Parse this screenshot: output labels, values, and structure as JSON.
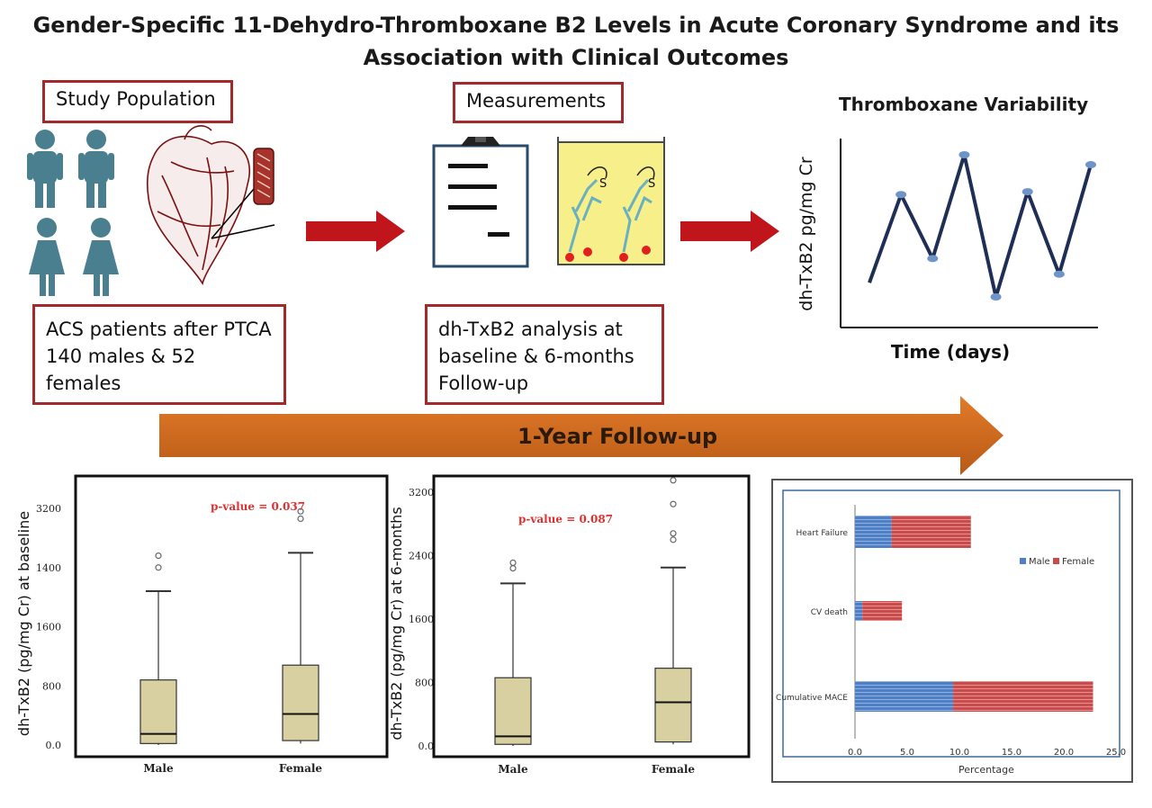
{
  "title": {
    "line1": "Gender-Specific 11-Dehydro-Thromboxane B2 Levels in Acute Coronary Syndrome and its",
    "line2": "Association with Clinical Outcomes"
  },
  "study_population": {
    "header": "Study Population",
    "description": "ACS patients after PTCA 140 males & 52 females"
  },
  "measurements": {
    "header": "Measurements",
    "description": "dh-TxB2 analysis at baseline & 6-months Follow-up"
  },
  "variability": {
    "title": "Thromboxane Variability",
    "ylabel": "dh-TxB2 pg/mg Cr",
    "xlabel": "Time (days)"
  },
  "followup": {
    "label": "1-Year Follow-up"
  },
  "icons": [
    "person-icon",
    "heart-icon",
    "stent-icon",
    "clipboard-icon",
    "assay-well-icon",
    "arrow-icon"
  ],
  "colors": {
    "box_border": "#a32a2a",
    "red_arrow": "#c0151a",
    "orange_arrow": "#d2691e",
    "person": "#4a7f90",
    "line": "#1f2e55",
    "box_fill": "#d8d0a0",
    "male_bar": "#4f7fc4",
    "female_bar": "#c84c4c",
    "pvalue": "#e03030"
  },
  "chart_data": [
    {
      "type": "box",
      "ylabel": "dh-TxB2 (pg/mg Cr) at baseline",
      "yticks": [
        "0.0",
        "800",
        "1600",
        "1400",
        "3200"
      ],
      "annotation": "p-value = 0.037",
      "categories": [
        "Male",
        "Female"
      ],
      "boxes": [
        {
          "name": "Male",
          "min": 0,
          "q1": 20,
          "median": 150,
          "q3": 880,
          "max": 2080,
          "outliers": [
            2400,
            2560
          ]
        },
        {
          "name": "Female",
          "min": 20,
          "q1": 60,
          "median": 420,
          "q3": 1080,
          "max": 2600,
          "outliers": [
            3060,
            3160
          ]
        }
      ]
    },
    {
      "type": "box",
      "ylabel": "dh-TxB2 (pg/mg Cr) at 6-months",
      "yticks": [
        "0.0",
        "800",
        "1600",
        "2400",
        "3200"
      ],
      "annotation": "p-value = 0.087",
      "categories": [
        "Male",
        "Female"
      ],
      "boxes": [
        {
          "name": "Male",
          "min": 0,
          "q1": 20,
          "median": 120,
          "q3": 860,
          "max": 2050,
          "outliers": [
            2240,
            2310
          ]
        },
        {
          "name": "Female",
          "min": 20,
          "q1": 50,
          "median": 550,
          "q3": 980,
          "max": 2250,
          "outliers": [
            2600,
            2680,
            3050,
            3350
          ]
        }
      ]
    },
    {
      "type": "bar",
      "orientation": "horizontal",
      "stacked": true,
      "categories": [
        "Heart Failure",
        "CV death",
        "Cumulative MACE"
      ],
      "series": [
        {
          "name": "Male",
          "values": [
            3.5,
            0.7,
            9.4
          ]
        },
        {
          "name": "Female",
          "values": [
            7.6,
            3.8,
            13.4
          ]
        }
      ],
      "xlabel": "Percentage",
      "xticks": [
        "0.0",
        "5.0",
        "10.0",
        "15.0",
        "20.0",
        "25.0"
      ],
      "xlim": [
        0,
        25
      ],
      "legend": "right"
    },
    {
      "type": "line",
      "title": "Thromboxane Variability",
      "xlabel": "Time (days)",
      "ylabel": "dh-TxB2 pg/mg Cr",
      "values": [
        0.1,
        0.72,
        0.27,
        1.0,
        0.0,
        0.74,
        0.16,
        0.93
      ]
    }
  ]
}
